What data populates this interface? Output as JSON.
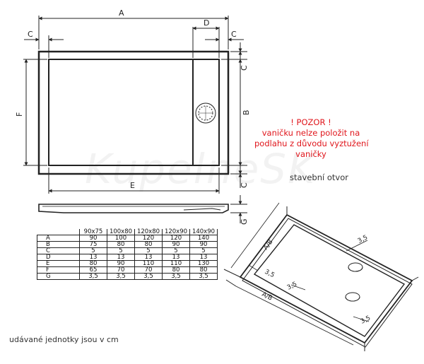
{
  "watermark": "KupelneSK",
  "dims": {
    "A": "A",
    "B": "B",
    "C": "C",
    "D": "D",
    "E": "E",
    "F": "F",
    "G": "G",
    "AB": "A/B",
    "v35": "3,5"
  },
  "warning": [
    "! POZOR !",
    "vaničku nelze položit na",
    "podlahu z důvodu vyztužení",
    "vaničky"
  ],
  "opening_label": "stavební otvor",
  "units_note": "udávané jednotky jsou v cm",
  "table": {
    "headers": [
      "90x75",
      "100x80",
      "120x80",
      "120x90",
      "140x90"
    ],
    "rows": [
      {
        "label": "A",
        "values": [
          "90",
          "100",
          "120",
          "120",
          "140"
        ]
      },
      {
        "label": "B",
        "values": [
          "75",
          "80",
          "80",
          "90",
          "90"
        ]
      },
      {
        "label": "C",
        "values": [
          "5",
          "5",
          "5",
          "5",
          "5"
        ]
      },
      {
        "label": "D",
        "values": [
          "13",
          "13",
          "13",
          "13",
          "13"
        ]
      },
      {
        "label": "E",
        "values": [
          "80",
          "90",
          "110",
          "110",
          "130"
        ]
      },
      {
        "label": "F",
        "values": [
          "65",
          "70",
          "70",
          "80",
          "80"
        ]
      },
      {
        "label": "G",
        "values": [
          "3,5",
          "3,5",
          "3,5",
          "3,5",
          "3,5"
        ]
      }
    ]
  }
}
